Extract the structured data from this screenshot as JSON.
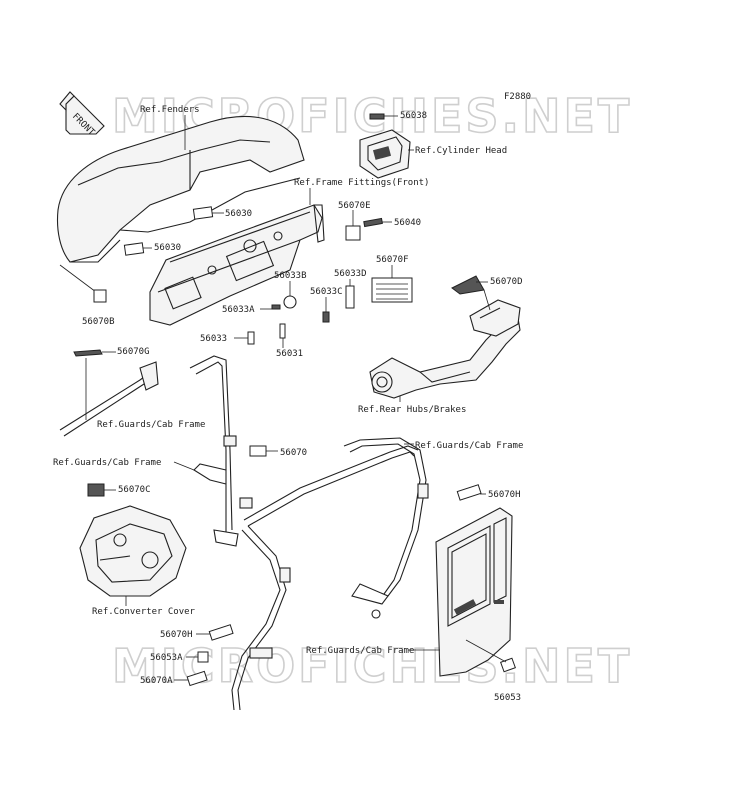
{
  "diagram_code": "F2880",
  "watermarks": [
    "MICROFICHES.NET",
    "MICROFICHES.NET"
  ],
  "front_arrow": "FRONT",
  "refs": {
    "fenders": "Ref.Fenders",
    "cylinder_head": "Ref.Cylinder Head",
    "frame_fittings_front": "Ref.Frame Fittings(Front)",
    "rear_hubs_brakes": "Ref.Rear Hubs/Brakes",
    "guards_cab_frame_1": "Ref.Guards/Cab Frame",
    "guards_cab_frame_2": "Ref.Guards/Cab Frame",
    "guards_cab_frame_3": "Ref.Guards/Cab Frame",
    "guards_cab_frame_4": "Ref.Guards/Cab Frame",
    "converter_cover": "Ref.Converter Cover"
  },
  "parts": {
    "p56038": "56038",
    "p56030_a": "56030",
    "p56030_b": "56030",
    "p56070E": "56070E",
    "p56040": "56040",
    "p56070B": "56070B",
    "p56033B": "56033B",
    "p56033D": "56033D",
    "p56070F": "56070F",
    "p56070D": "56070D",
    "p56033A": "56033A",
    "p56033C": "56033C",
    "p56033": "56033",
    "p56031": "56031",
    "p56070G": "56070G",
    "p56070": "56070",
    "p56070C": "56070C",
    "p56070H_a": "56070H",
    "p56070H_b": "56070H",
    "p56053A": "56053A",
    "p56070A": "56070A",
    "p56053": "56053"
  }
}
